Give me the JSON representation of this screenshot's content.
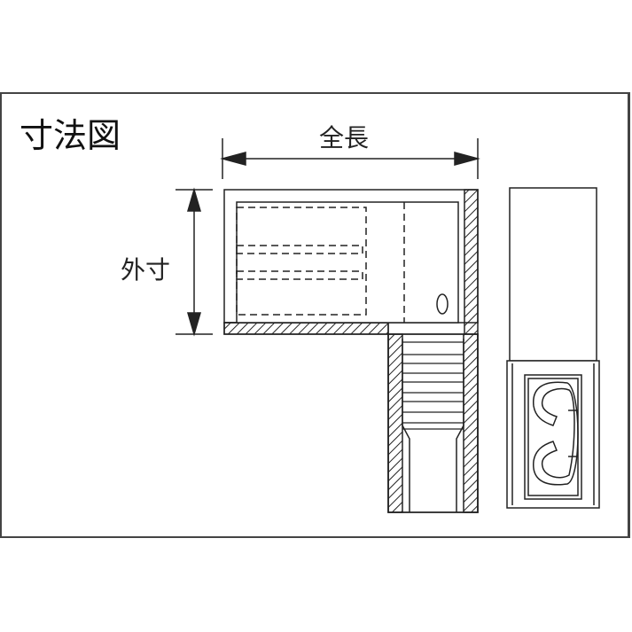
{
  "diagram": {
    "title": "寸法図",
    "labels": {
      "overall_length": "全長",
      "outer_dimension": "外寸"
    },
    "views": [
      "side-section-view",
      "end-view"
    ],
    "colors": {
      "line": "#222222",
      "background": "#ffffff"
    }
  }
}
